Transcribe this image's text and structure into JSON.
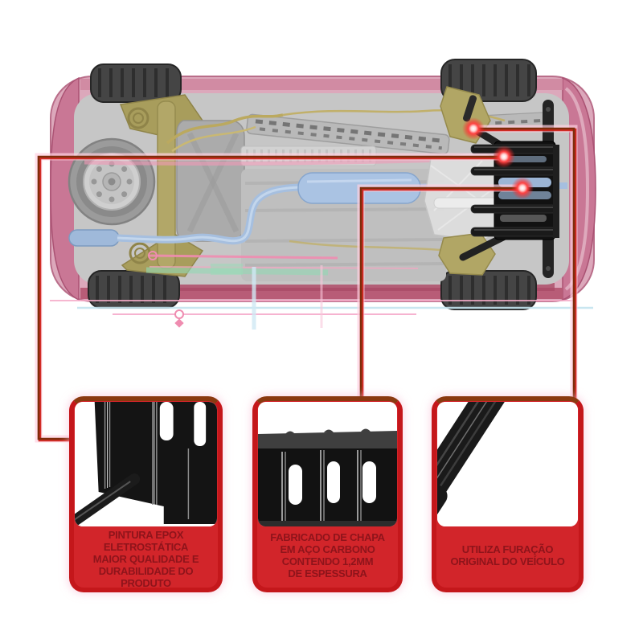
{
  "colors": {
    "card_border_red": "#c4171b",
    "card_border_top_brown": "#8a3a10",
    "card_label_background": "#d2252a",
    "card_label_text": "#8e141b",
    "callout_line_dark": "#7e2d0b",
    "callout_line_accent": "#cf1a12",
    "callout_glow_pink": "#ffd0e0",
    "marker_glow_red": "#ff3838",
    "car_body_pink": "#dca8bb",
    "bumper_pink": "#c97795",
    "underbody_gray": "#c6c6c6",
    "exhaust_blue": "#aac3e3",
    "suspension_olive": "#b2a768",
    "skid_plate_black": "#121212"
  },
  "illustration": {
    "description": "car-underbody-bottom-view-with-skid-plate",
    "markers": [
      {
        "name": "marker-mounting-arm"
      },
      {
        "name": "marker-plate-upper-bolt"
      },
      {
        "name": "marker-plate-center-bolt"
      }
    ]
  },
  "callouts": {
    "cards": [
      {
        "id": "pintura-epox",
        "photo": "skid-plate-paint-closeup",
        "lines": [
          "PINTURA EPOX",
          "ELETROSTÁTICA",
          "MAIOR QUALIDADE E",
          "DURABILIDADE DO PRODUTO"
        ]
      },
      {
        "id": "chapa-aco",
        "photo": "plate-edge-with-slots",
        "lines": [
          "FABRICADO DE CHAPA",
          "EM AÇO CARBONO",
          "CONTENDO 1,2MM",
          "DE ESPESSURA"
        ]
      },
      {
        "id": "furacao-original",
        "photo": "mounting-arm-with-hole",
        "lines": [
          "UTILIZA FURAÇÃO",
          "ORIGINAL DO VEÍCULO"
        ]
      }
    ]
  }
}
